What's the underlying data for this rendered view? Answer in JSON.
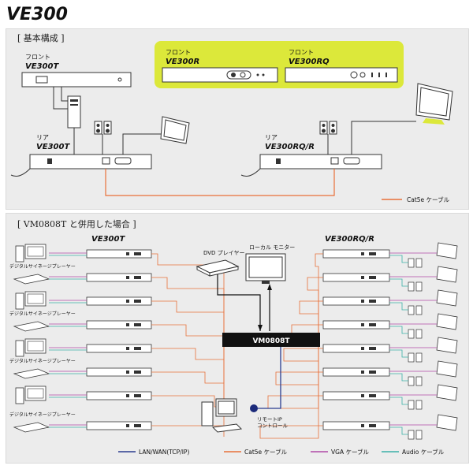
{
  "title": "VE300",
  "section1": {
    "label": "[ 基本構成 ]",
    "front_ve300t_caption": "フロント",
    "front_ve300t_model": "VE300T",
    "front_ve300r_caption": "フロント",
    "front_ve300r_model": "VE300R",
    "front_ve300rq_caption": "フロント",
    "front_ve300rq_model": "VE300RQ",
    "rear_ve300t_caption": "リア",
    "rear_ve300t_model": "VE300T",
    "rear_ve300rqr_caption": "リア",
    "rear_ve300rqr_model": "VE300RQ/R",
    "legend_cat5e": "Cat5e ケーブル"
  },
  "section2": {
    "label": "[ VM0808T と併用した場合 ]",
    "left_model": "VE300T",
    "right_model": "VE300RQ/R",
    "dvd_label": "DVD プレイヤー",
    "monitor_label": "ローカル モニター",
    "matrix_label": "VM0808T",
    "signage_label": "デジタルサイネージプレーヤー",
    "remote_label_1": "リモートIP",
    "remote_label_2": "コントロール",
    "legend": [
      {
        "label": "LAN/WAN(TCP/IP)",
        "color": "#2b3d8f"
      },
      {
        "label": "Cat5e ケーブル",
        "color": "#e8703a"
      },
      {
        "label": "VGA ケーブル",
        "color": "#b04aa6"
      },
      {
        "label": "Audio ケーブル",
        "color": "#3bb0a8"
      }
    ]
  },
  "colors": {
    "highlight": "#dce83a",
    "cat5e": "#e8703a",
    "lan": "#2b3d8f",
    "vga": "#b04aa6",
    "audio": "#3bb0a8"
  }
}
